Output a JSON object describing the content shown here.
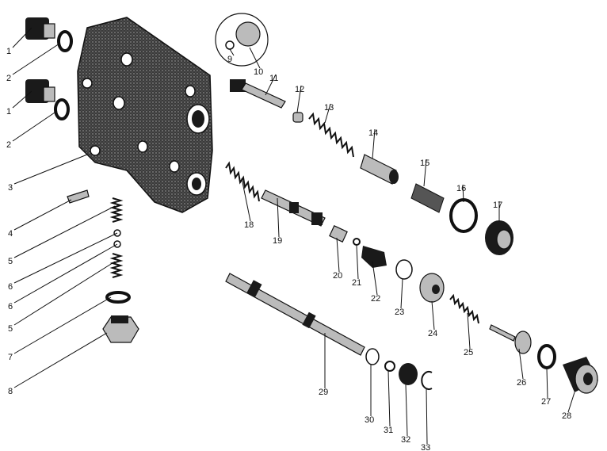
{
  "diagram": {
    "type": "exploded parts diagram",
    "callouts": [
      "1",
      "2",
      "1",
      "2",
      "3",
      "4",
      "5",
      "6",
      "6",
      "5",
      "7",
      "8",
      "9",
      "10",
      "11",
      "12",
      "13",
      "14",
      "15",
      "16",
      "17",
      "18",
      "19",
      "20",
      "21",
      "22",
      "23",
      "24",
      "25",
      "26",
      "27",
      "28",
      "29",
      "30",
      "31",
      "32",
      "33"
    ]
  }
}
